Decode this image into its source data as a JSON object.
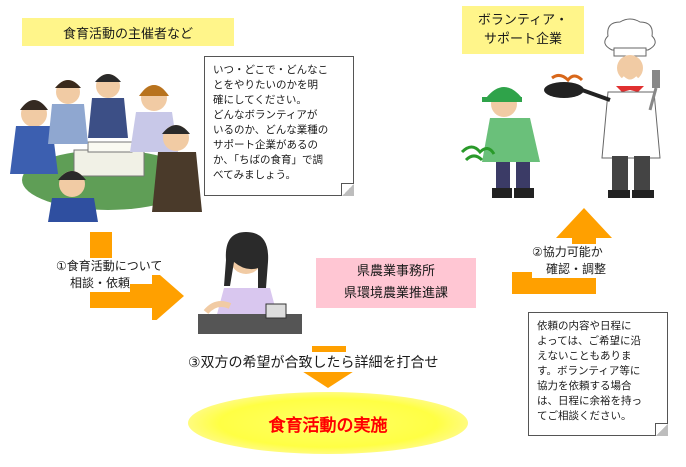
{
  "organizer_label": "食育活動の主催者など",
  "volunteer_label_line1": "ボランティア・",
  "volunteer_label_line2": "サポート企業",
  "note_top": [
    "いつ・どこで・どんなこ",
    "とをやりたいのかを明",
    "確にしてください。",
    "どんなボランティアが",
    "いるのか、どんな業種の",
    "サポート企業があるの",
    "か、「ちばの食育」で調",
    "べてみましょう。"
  ],
  "step1_line1": "①食育活動について",
  "step1_line2": "相談・依頼",
  "office_line1": "県農業事務所",
  "office_line2": "県環境農業推進課",
  "step2_line1": "②協力可能か",
  "step2_line2": "確認・調整",
  "note_bottom": [
    "依頼の内容や日程に",
    "よっては、ご希望に沿",
    "えないこともありま",
    "す。ボランティア等に",
    "協力を依頼する場合",
    "は、日程に余裕を持っ",
    "てご相談ください。"
  ],
  "step3": "③双方の希望が合致したら詳細を打合せ",
  "final": "食育活動の実施",
  "colors": {
    "arrow": "#ffa000",
    "yellow": "#fff58a",
    "pink": "#ffc6d3",
    "final_text": "#ff0000"
  }
}
